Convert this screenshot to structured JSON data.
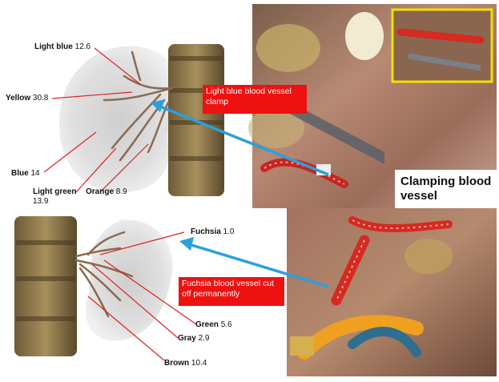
{
  "top_panel": {
    "vessels": [
      {
        "name": "Light blue",
        "value": "12.6"
      },
      {
        "name": "Yellow",
        "value": "30.8"
      },
      {
        "name": "Blue",
        "value": "14"
      },
      {
        "name": "Light green",
        "value": "13.9"
      },
      {
        "name": "Orange",
        "value": "8.9"
      }
    ],
    "callout": "Light blue blood vessel clamp",
    "caption": "Clamping blood vessel"
  },
  "bottom_panel": {
    "vessels": [
      {
        "name": "Fuchsia",
        "value": "1.0"
      },
      {
        "name": "Green",
        "value": "5.6"
      },
      {
        "name": "Gray",
        "value": "2.9"
      },
      {
        "name": "Brown",
        "value": "10.4"
      }
    ],
    "callout": "Fuchsia blood vessel cut off permanently"
  },
  "colors": {
    "callout_bg": "#ee1111",
    "arrow": "#2aa0dc",
    "leader_line": "#e02020",
    "highlight_frame": "#f2e000"
  }
}
